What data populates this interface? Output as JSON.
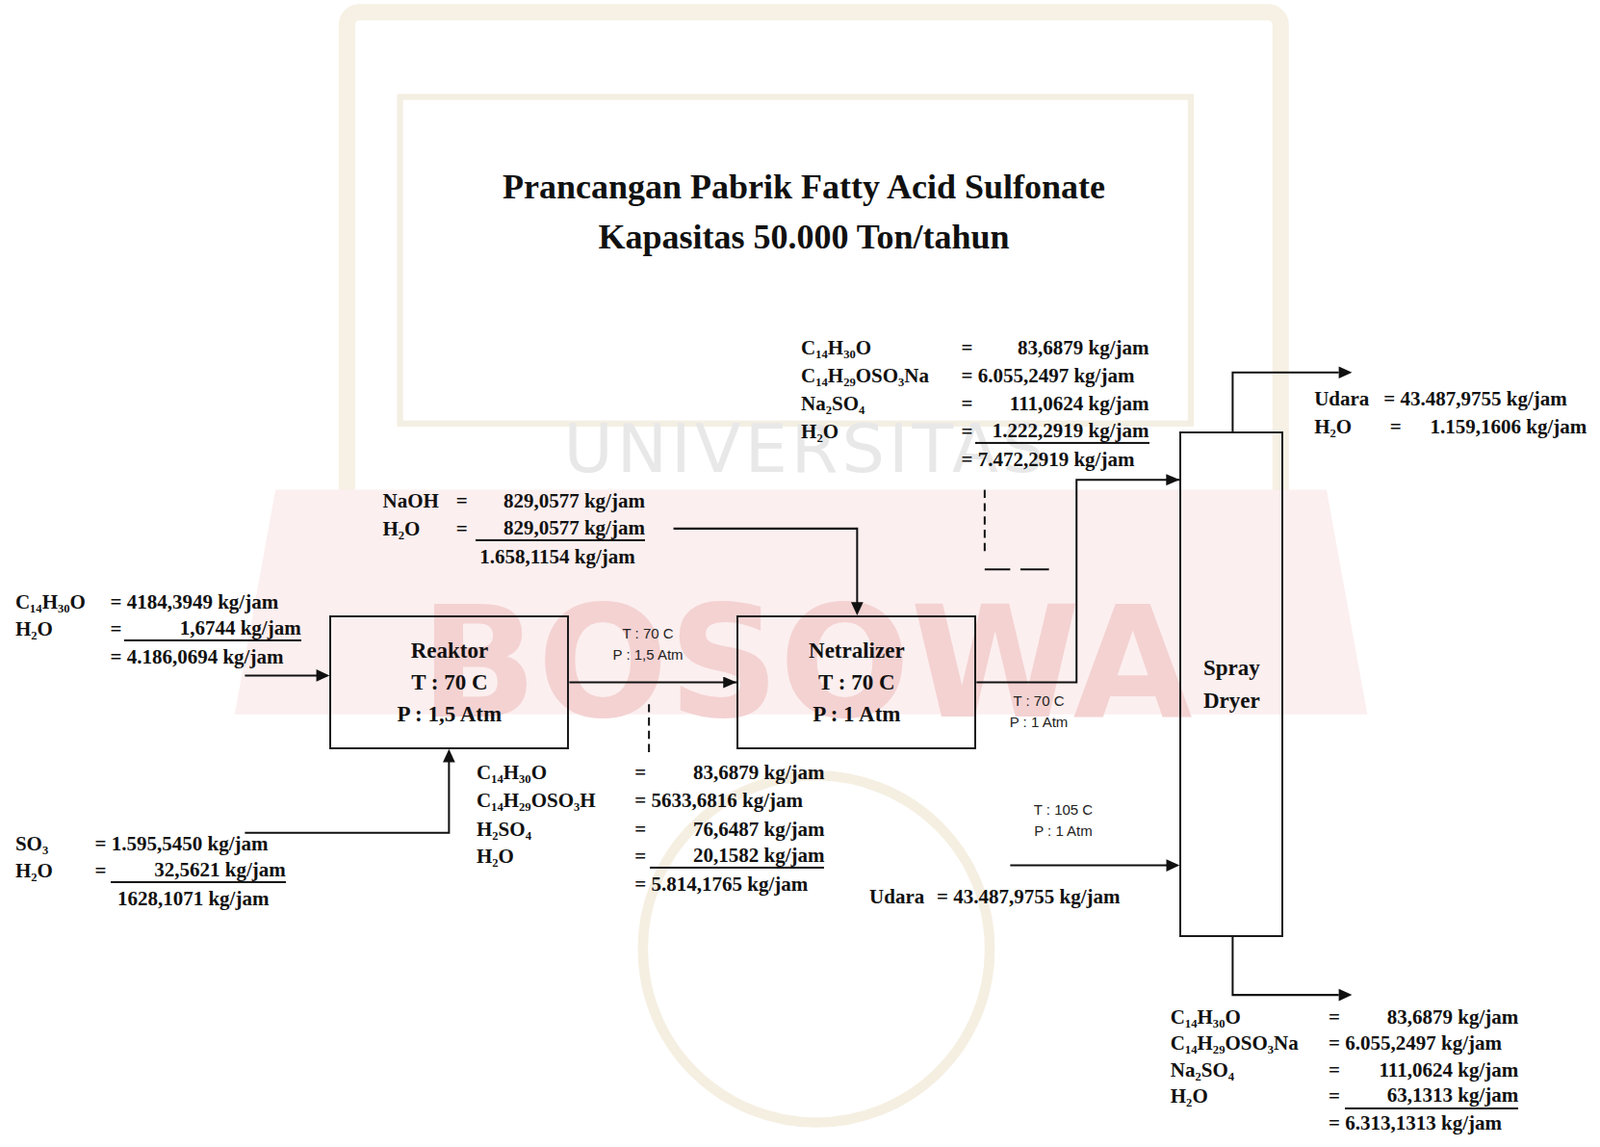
{
  "diagram": {
    "title": "Prancangan Pabrik Fatty Acid Sulfonate Kapasitas 50.000 Ton/tahun",
    "nodes": [
      {
        "text": [
          "Reaktor",
          "T : 70 C",
          "P : 1,5 Atm"
        ]
      },
      {
        "text": [
          "Netralizer",
          "T : 70 C",
          "P : 1 Atm"
        ]
      },
      {
        "text": [
          "Spray Dryer"
        ]
      }
    ],
    "edges": [
      {
        "from": 0,
        "to": 1,
        "arrow": "to"
      },
      {
        "from": 1,
        "to": 2,
        "arrow": "to"
      }
    ],
    "labels": [
      "UNIVERSITAS",
      "BOSOWA",
      "C₁₄H₃₀O",
      "= 4184,3949 kg/jam",
      "H₂O",
      "=",
      "1,6744 kg/jam",
      "= 4.186,0694 kg/jam",
      "SO₃",
      "= 1.595,5450 kg/jam",
      "H₂O",
      "=",
      "32,5621 kg/jam",
      "1628,1071 kg/jam",
      "NaOH",
      "=",
      "829,0577 kg/jam",
      "H₂O",
      "=",
      "829,0577 kg/jam",
      "1.658,1154 kg/jam",
      "T : 70 C",
      "P : 1,5 Atm",
      "C₁₄H₃₀O",
      "=",
      "83,6879 kg/jam",
      "C₁₄H₂₉OSO₃H",
      "= 5633,6816 kg/jam",
      "H₂SO₄",
      "=",
      "76,6487 kg/jam",
      "H₂O",
      "=",
      "20,1582 kg/jam",
      "= 5.814,1765 kg/jam",
      "C₁₄H₃₀O",
      "=",
      "83,6879 kg/jam",
      "C₁₄H₂₉OSO₃Na",
      "= 6.055,2497 kg/jam",
      "Na₂SO₄",
      "=",
      "111,0624 kg/jam",
      "H₂O",
      "=",
      "1.222,2919 kg/jam",
      "= 7.472,2919 kg/jam",
      "T : 70 C",
      "P : 1 Atm",
      "Udara",
      "= 43.487,9755 kg/jam",
      "H₂O",
      "=",
      "1.159,1606 kg/jam",
      "T : 105 C",
      "P : 1 Atm",
      "Udara",
      "= 43.487,9755 kg/jam",
      "C₁₄H₃₀O",
      "=",
      "83,6879 kg/jam",
      "C₁₄H₂₉OSO₃Na",
      "= 6.055,2497 kg/jam",
      "Na₂SO₄",
      "=",
      "111,0624 kg/jam",
      "H₂O",
      "=",
      "63,1313 kg/jam",
      "= 6.313,1313 kg/jam"
    ]
  }
}
